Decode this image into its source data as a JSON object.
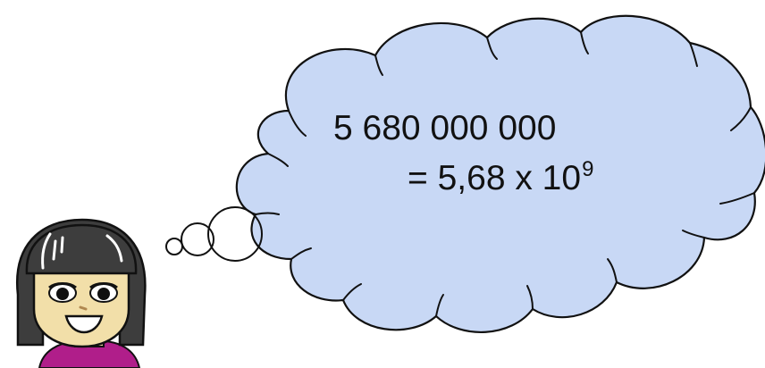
{
  "thought": {
    "number": "5 680 000 000",
    "equals_prefix": "= 5,68 x 10",
    "exponent": "9"
  },
  "colors": {
    "cloud_fill": "#c8d8f5",
    "outline": "#111111",
    "hair": "#3d3d3d",
    "skin": "#f2dfa9",
    "shirt": "#b01e8a"
  },
  "icons": {
    "character": "girl-avatar",
    "cloud": "thought-cloud"
  }
}
